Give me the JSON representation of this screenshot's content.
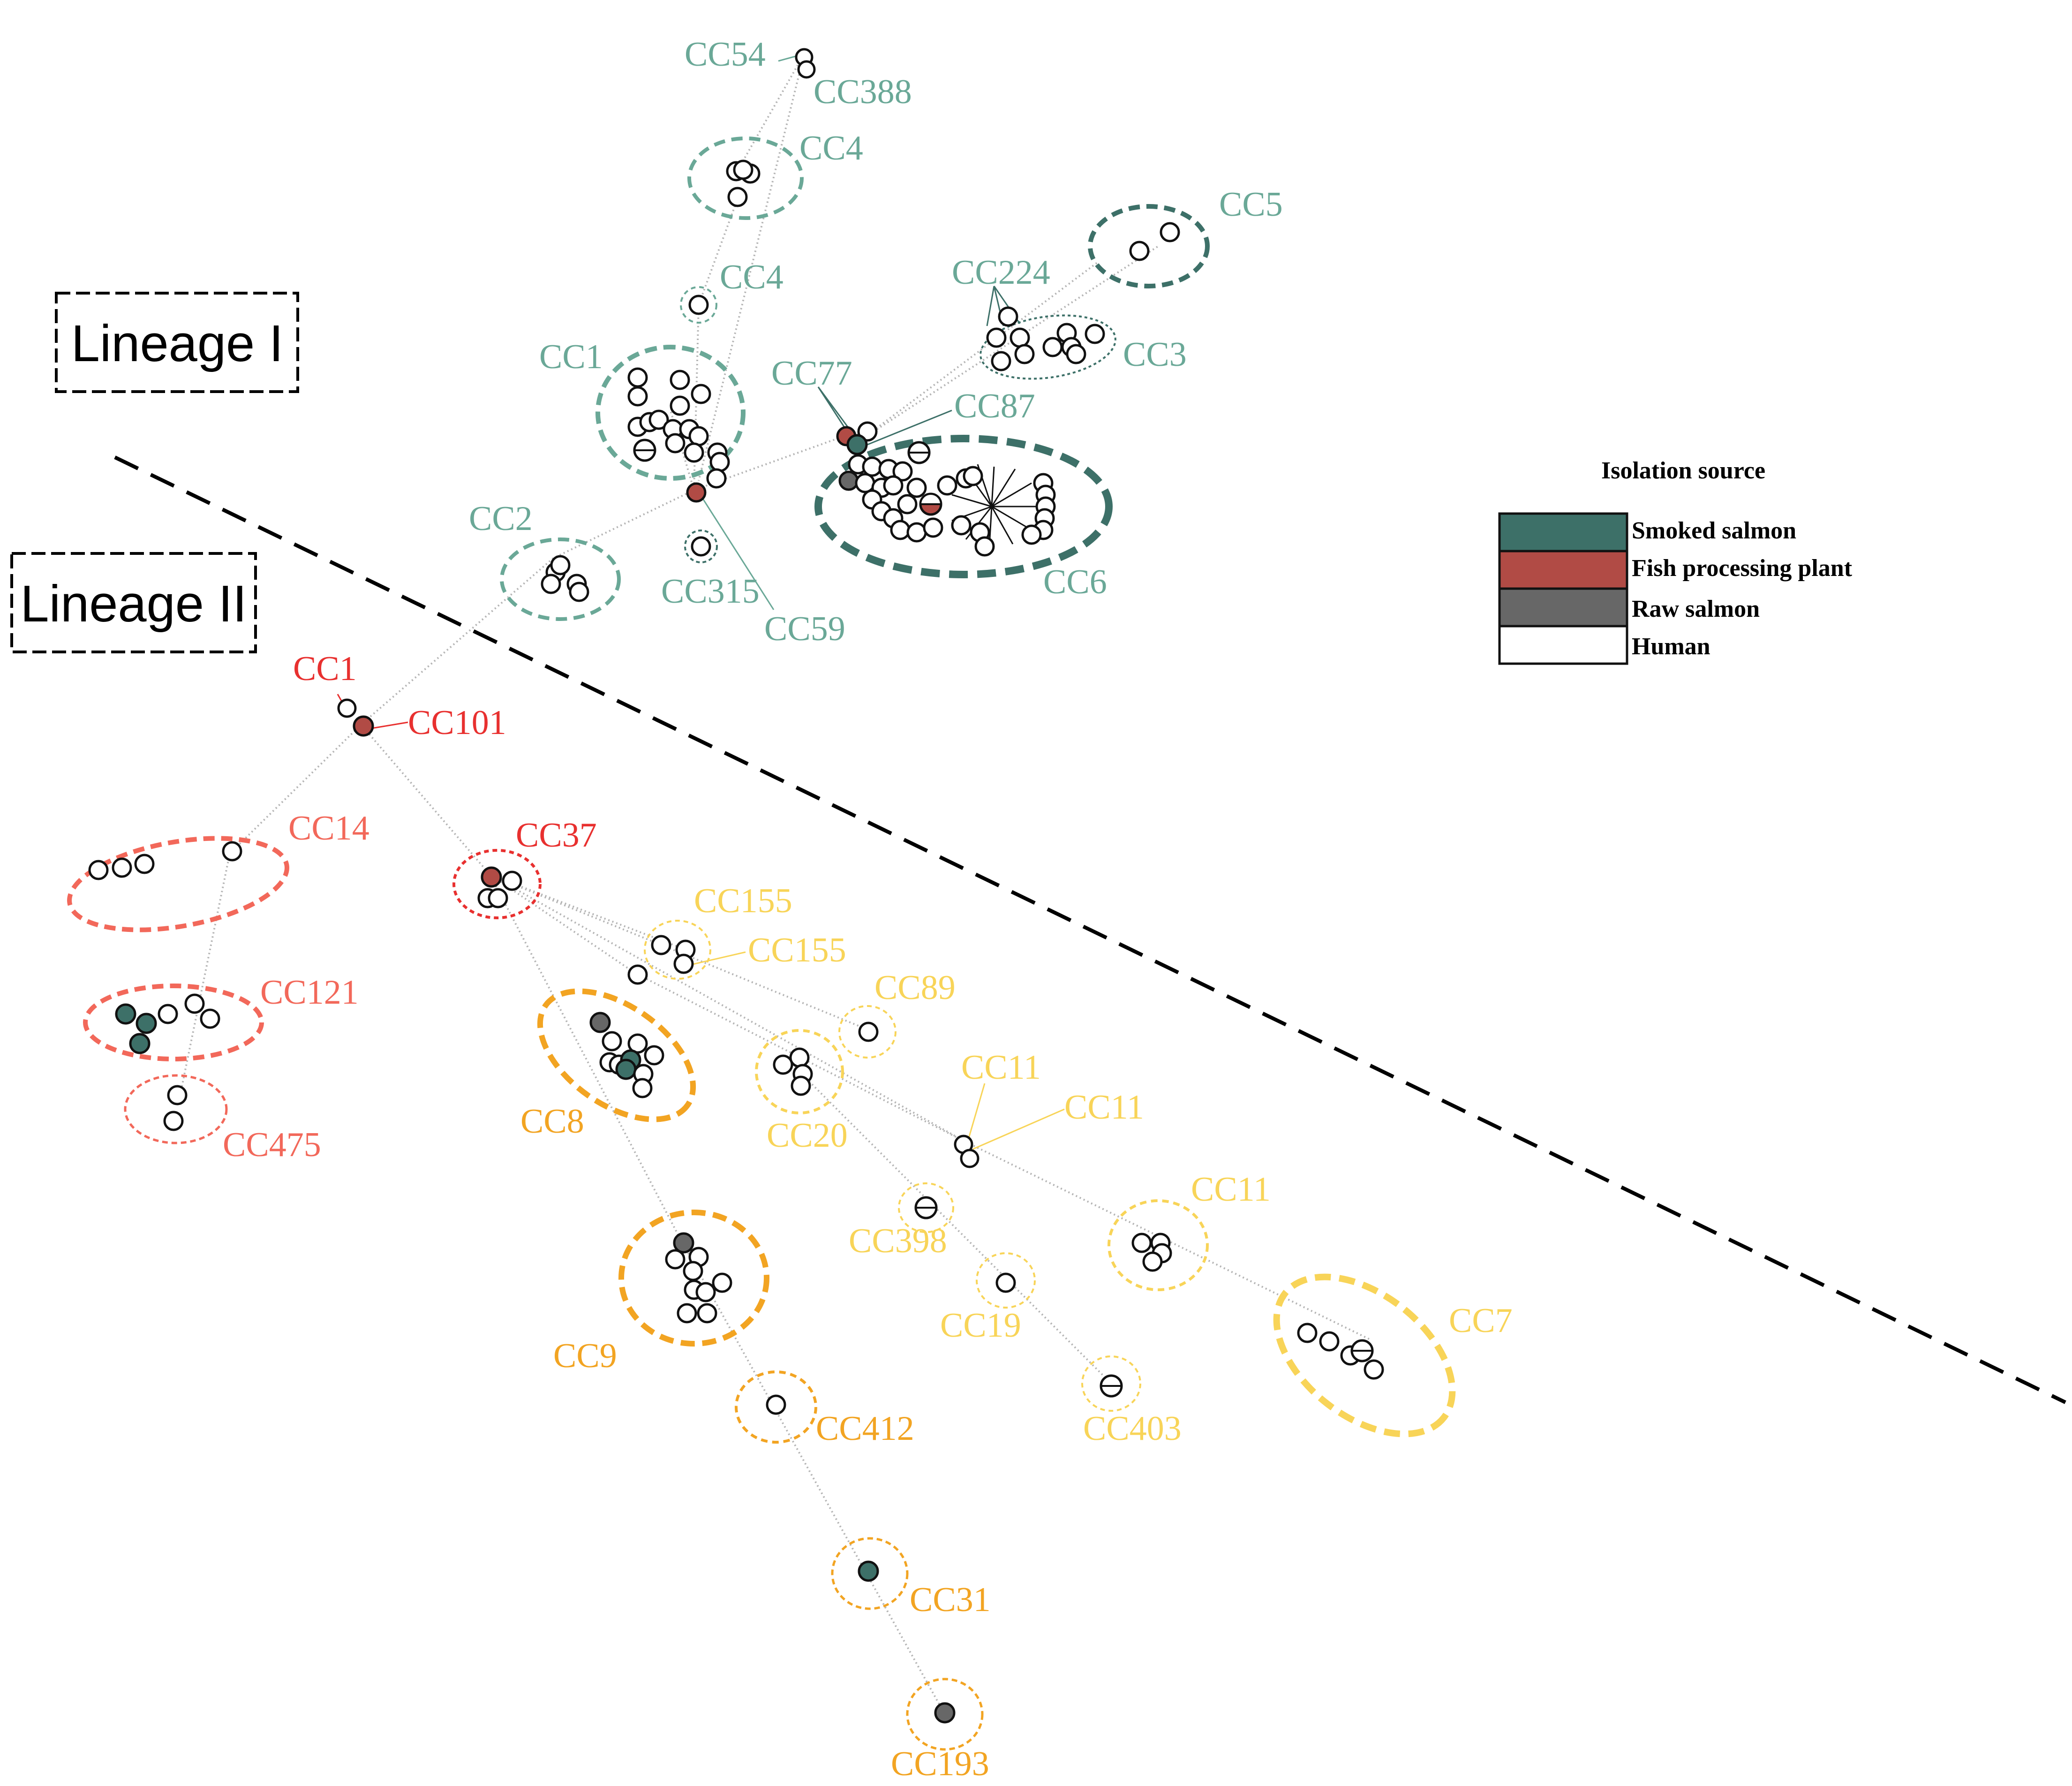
{
  "colors": {
    "smoked_salmon": "#3d7068",
    "fish_processing_plant": "#b14b45",
    "raw_salmon": "#676767",
    "human": "#ffffff",
    "lineage1_teal": "#6aa897",
    "lineage1_dark": "#3d7068",
    "lineage2_red": "#e8302f",
    "lineage2_salmon": "#f2685a",
    "lineage2_orange": "#f2a422",
    "lineage2_yellow": "#f8d458"
  },
  "lineages": [
    {
      "id": "lineage-1",
      "label": "Lineage I"
    },
    {
      "id": "lineage-2",
      "label": "Lineage II"
    }
  ],
  "legend": {
    "title": "Isolation source",
    "items": [
      {
        "label": "Smoked salmon",
        "color": "#3d7068"
      },
      {
        "label": "Fish processing plant",
        "color": "#b14b45"
      },
      {
        "label": "Raw salmon",
        "color": "#676767"
      },
      {
        "label": "Human",
        "color": "#ffffff"
      }
    ]
  },
  "clonal_complexes": [
    {
      "id": "l1-cc54",
      "label": "CC54",
      "lineage": "I"
    },
    {
      "id": "l1-cc388",
      "label": "CC388",
      "lineage": "I"
    },
    {
      "id": "l1-cc4a",
      "label": "CC4",
      "lineage": "I"
    },
    {
      "id": "l1-cc4b",
      "label": "CC4",
      "lineage": "I"
    },
    {
      "id": "l1-cc5",
      "label": "CC5",
      "lineage": "I"
    },
    {
      "id": "l1-cc224",
      "label": "CC224",
      "lineage": "I"
    },
    {
      "id": "l1-cc3",
      "label": "CC3",
      "lineage": "I"
    },
    {
      "id": "l1-cc1",
      "label": "CC1",
      "lineage": "I"
    },
    {
      "id": "l1-cc77",
      "label": "CC77",
      "lineage": "I"
    },
    {
      "id": "l1-cc87",
      "label": "CC87",
      "lineage": "I"
    },
    {
      "id": "l1-cc6",
      "label": "CC6",
      "lineage": "I"
    },
    {
      "id": "l1-cc2",
      "label": "CC2",
      "lineage": "I"
    },
    {
      "id": "l1-cc315",
      "label": "CC315",
      "lineage": "I"
    },
    {
      "id": "l1-cc59",
      "label": "CC59",
      "lineage": "I"
    },
    {
      "id": "l2-cc1",
      "label": "CC1",
      "lineage": "II"
    },
    {
      "id": "l2-cc101",
      "label": "CC101",
      "lineage": "II"
    },
    {
      "id": "l2-cc14",
      "label": "CC14",
      "lineage": "II"
    },
    {
      "id": "l2-cc37",
      "label": "CC37",
      "lineage": "II"
    },
    {
      "id": "l2-cc121",
      "label": "CC121",
      "lineage": "II"
    },
    {
      "id": "l2-cc475",
      "label": "CC475",
      "lineage": "II"
    },
    {
      "id": "l2-cc155a",
      "label": "CC155",
      "lineage": "II"
    },
    {
      "id": "l2-cc155b",
      "label": "CC155",
      "lineage": "II"
    },
    {
      "id": "l2-cc89",
      "label": "CC89",
      "lineage": "II"
    },
    {
      "id": "l2-cc8",
      "label": "CC8",
      "lineage": "II"
    },
    {
      "id": "l2-cc20",
      "label": "CC20",
      "lineage": "II"
    },
    {
      "id": "l2-cc11a",
      "label": "CC11",
      "lineage": "II"
    },
    {
      "id": "l2-cc11b",
      "label": "CC11",
      "lineage": "II"
    },
    {
      "id": "l2-cc11c",
      "label": "CC11",
      "lineage": "II"
    },
    {
      "id": "l2-cc398",
      "label": "CC398",
      "lineage": "II"
    },
    {
      "id": "l2-cc9",
      "label": "CC9",
      "lineage": "II"
    },
    {
      "id": "l2-cc19",
      "label": "CC19",
      "lineage": "II"
    },
    {
      "id": "l2-cc7",
      "label": "CC7",
      "lineage": "II"
    },
    {
      "id": "l2-cc403",
      "label": "CC403",
      "lineage": "II"
    },
    {
      "id": "l2-cc412",
      "label": "CC412",
      "lineage": "II"
    },
    {
      "id": "l2-cc31",
      "label": "CC31",
      "lineage": "II"
    },
    {
      "id": "l2-cc193",
      "label": "CC193",
      "lineage": "II"
    }
  ]
}
